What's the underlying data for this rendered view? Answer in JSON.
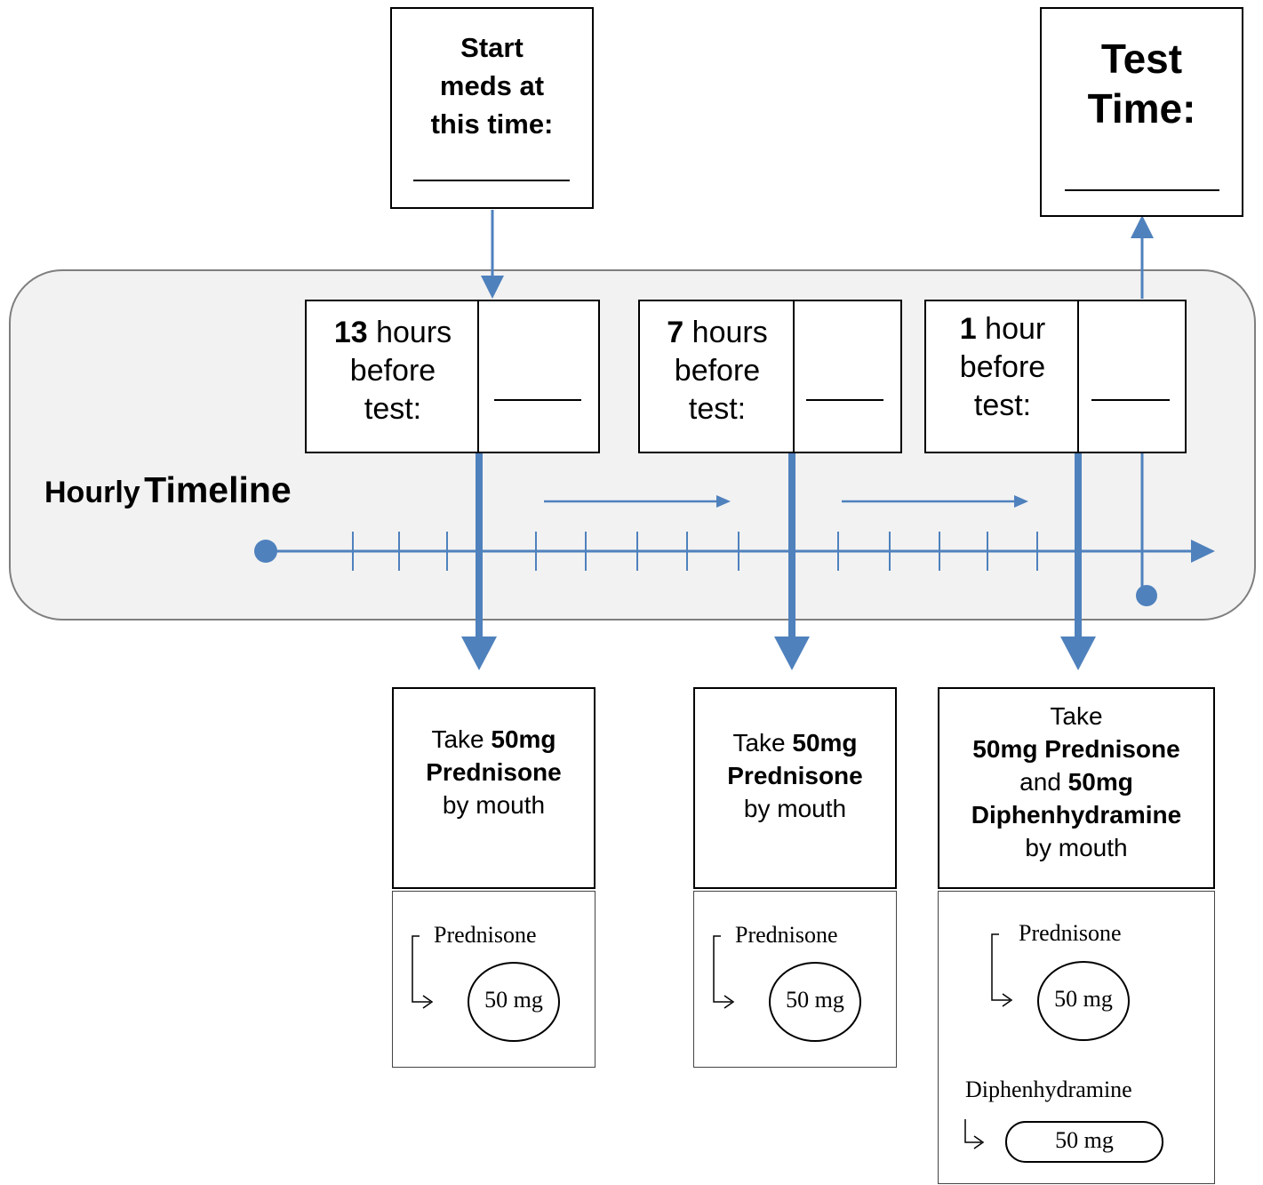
{
  "start_box": {
    "line1": "Start",
    "line2": "meds at",
    "line3": "this time:"
  },
  "test_box": {
    "line1": "Test",
    "line2": "Time:"
  },
  "timeline": {
    "title_part1": "Hourly",
    "title_part2": "Timeline"
  },
  "hour_boxes": [
    {
      "number": "13",
      "unit": "hours",
      "line2": "before",
      "line3": "test:"
    },
    {
      "number": "7",
      "unit": "hours",
      "line2": "before",
      "line3": "test:"
    },
    {
      "number": "1",
      "unit": "hour",
      "line2": "before",
      "line3": "test:"
    }
  ],
  "instructions": [
    {
      "take": "Take",
      "dose": "50mg",
      "drug": "Prednisone",
      "route": "by mouth"
    },
    {
      "take": "Take",
      "dose": "50mg",
      "drug": "Prednisone",
      "route": "by mouth"
    },
    {
      "take": "Take",
      "dose1": "50mg Prednisone",
      "and": "and",
      "dose2": "50mg",
      "drug2": "Diphenhydramine",
      "route": "by mouth"
    }
  ],
  "pills": {
    "prednisone_label": "Prednisone",
    "prednisone_dose": "50 mg",
    "diphenhydramine_label": "Diphenhydramine",
    "diphenhydramine_dose": "50 mg"
  },
  "colors": {
    "arrow": "#4f81bd",
    "panel_fill": "#f2f2f2",
    "panel_border": "#7f7f7f"
  }
}
